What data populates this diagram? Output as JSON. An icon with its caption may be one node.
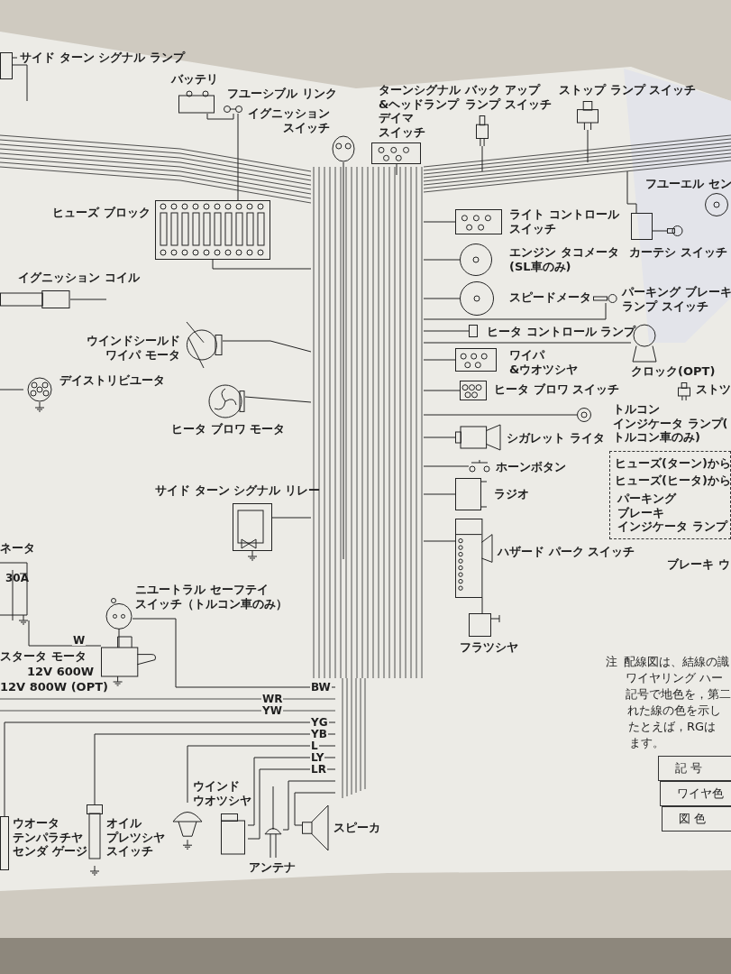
{
  "diagram": {
    "nodes": [
      {
        "text": [
          "サイド ターン シグナル ランプ"
        ]
      },
      {
        "text": [
          "バッテリ"
        ]
      },
      {
        "text": [
          "フユーシブル リンク"
        ]
      },
      {
        "text": [
          "イグニッションスイッチ"
        ]
      },
      {
        "text": [
          "ヒューズ ブロック"
        ]
      },
      {
        "text": [
          "イグニッション コイル"
        ]
      },
      {
        "text": [
          "ウインドシールドワイパ モータ"
        ]
      },
      {
        "text": [
          "デイストリビユータ"
        ]
      },
      {
        "text": [
          "ヒータ ブロワ モータ"
        ]
      },
      {
        "text": [
          "サイド ターン シグナル リレー"
        ]
      },
      {
        "text": [
          "ネータ"
        ]
      },
      {
        "text": [
          "ニユートラル セーフテイスイッチ（トルコン車のみ）"
        ]
      },
      {
        "text": [
          "スタータ モータ",
          "12V 600W",
          "12V 800W (OPT)"
        ]
      },
      {
        "text": [
          "ウオータテンパラチヤセンダ ゲージ"
        ]
      },
      {
        "text": [
          "オイルプレツシヤスイッチ"
        ]
      },
      {
        "text": [],
        "shape": "picture"
      },
      {
        "text": [
          "ウインドウオツシヤ"
        ]
      },
      {
        "text": [
          "アンテナ"
        ]
      },
      {
        "text": [
          "スピーカ"
        ]
      },
      {
        "text": [
          "ターンシグナル&ヘッドランプデイマスイッチ"
        ]
      },
      {
        "text": [
          "バック アップランプ スイッチ"
        ]
      },
      {
        "text": [
          "ストップ ランプ スイッチ"
        ]
      },
      {
        "text": [
          "ライト コントロールスイッチ"
        ]
      },
      {
        "text": [],
        "shape": "box"
      },
      {
        "text": [
          "カーテシ スイッチ"
        ]
      },
      {
        "text": [
          "フユーエル セン"
        ]
      },
      {
        "text": [
          "エンジン タコメータ(SL車のみ)"
        ]
      },
      {
        "text": [
          "パーキング ブレーキランプ スイッチ"
        ]
      },
      {
        "text": [
          "スピードメータ"
        ]
      },
      {
        "text": [
          "ヒータ コントロール ランプ"
        ]
      },
      {
        "text": [
          "クロック(OPT)"
        ]
      },
      {
        "text": [
          "ワイパ&ウオツシヤ"
        ]
      },
      {
        "text": [
          "ヒータ ブロワ スイッチ"
        ]
      },
      {
        "text": [
          "トルコンインジケータ ランプ(トルコン車のみ)"
        ]
      },
      {
        "text": [
          "シガレット ライタ"
        ]
      },
      {
        "text": [
          "ホーンボタン"
        ]
      },
      {
        "text": [
          "ラジオ"
        ]
      },
      {
        "text": [
          "ハザード パーク スイッチ"
        ]
      },
      {
        "text": [
          "フラツシヤ"
        ]
      },
      {
        "text": [
          "ヒューズ(ターン)から",
          "ヒューズ(ヒータ)から",
          "パーキングブレーキインジケータ ランプ"
        ]
      },
      {
        "text": [
          "ストツ"
        ]
      }
    ],
    "edges": [
      {
        "from": 0,
        "to": null,
        "arrow": "none"
      },
      {
        "from": 1,
        "to": 2,
        "arrow": "none"
      },
      {
        "from": 2,
        "to": 4,
        "arrow": "none"
      },
      {
        "from": 3,
        "to": null,
        "arrow": "none"
      },
      {
        "from": 4,
        "to": null,
        "arrow": "none"
      },
      {
        "from": 5,
        "to": null,
        "arrow": "none"
      },
      {
        "from": 6,
        "to": null,
        "arrow": "none"
      },
      {
        "from": 7,
        "to": null,
        "arrow": "none"
      },
      {
        "from": 8,
        "to": null,
        "arrow": "none"
      },
      {
        "from": 9,
        "to": null,
        "arrow": "none"
      },
      {
        "from": 10,
        "to": 12,
        "arrow": "none",
        "label": "W"
      },
      {
        "from": 11,
        "to": 12,
        "arrow": "none"
      },
      {
        "from": 11,
        "to": null,
        "arrow": "none",
        "label": "BW"
      },
      {
        "from": 13,
        "to": null,
        "arrow": "none",
        "label": "YG"
      },
      {
        "from": 14,
        "to": null,
        "arrow": "none",
        "label": "YB"
      },
      {
        "from": 15,
        "to": null,
        "arrow": "none",
        "label": "L"
      },
      {
        "from": 16,
        "to": null,
        "arrow": "none",
        "label": "LY"
      },
      {
        "from": 16,
        "to": null,
        "arrow": "none",
        "label": "LR"
      },
      {
        "from": 17,
        "to": null,
        "arrow": "none"
      },
      {
        "from": 18,
        "to": null,
        "arrow": "none"
      },
      {
        "from": 19,
        "to": null,
        "arrow": "none"
      },
      {
        "from": 20,
        "to": null,
        "arrow": "none"
      },
      {
        "from": 21,
        "to": null,
        "arrow": "none"
      },
      {
        "from": 22,
        "to": null,
        "arrow": "none"
      },
      {
        "from": 23,
        "to": null,
        "arrow": "none"
      },
      {
        "from": 24,
        "to": 23,
        "arrow": "none"
      },
      {
        "from": 26,
        "to": null,
        "arrow": "none"
      },
      {
        "from": 27,
        "to": null,
        "arrow": "none"
      },
      {
        "from": 28,
        "to": null,
        "arrow": "none"
      },
      {
        "from": 29,
        "to": null,
        "arrow": "none"
      },
      {
        "from": 30,
        "to": null,
        "arrow": "none"
      },
      {
        "from": 31,
        "to": null,
        "arrow": "none"
      },
      {
        "from": 32,
        "to": null,
        "arrow": "none"
      },
      {
        "from": 33,
        "to": null,
        "arrow": "none"
      },
      {
        "from": 34,
        "to": null,
        "arrow": "none"
      },
      {
        "from": 35,
        "to": null,
        "arrow": "none"
      },
      {
        "from": 36,
        "to": null,
        "arrow": "none"
      },
      {
        "from": 37,
        "to": null,
        "arrow": "none"
      },
      {
        "from": 38,
        "to": 37,
        "arrow": "none"
      }
    ],
    "labels": [
      "30A",
      "WR",
      "YW",
      "注",
      "配線図は、結線の識",
      "ワイヤリング ハー",
      "記号で地色を，第二",
      "れた線の色を示し",
      "たとえば，RGは",
      "ます。",
      "記 号",
      "ワイヤ色",
      "図 色",
      "ブレーキ ウ"
    ]
  }
}
